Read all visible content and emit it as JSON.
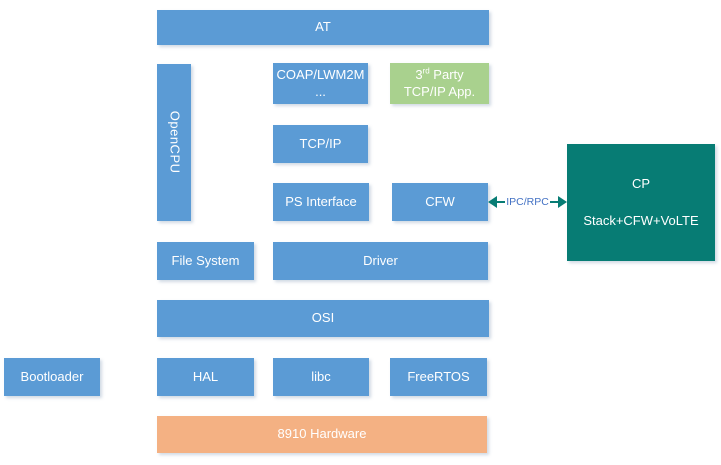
{
  "palette": {
    "block_blue": "#5b9bd5",
    "block_green": "#a9d18e",
    "block_teal": "#077c74",
    "block_orange": "#f4b183",
    "connector_label_blue": "#4472c4",
    "text_white": "#ffffff"
  },
  "blocks": {
    "at": {
      "label": "AT"
    },
    "opencpu": {
      "label": "OpenCPU"
    },
    "coap": {
      "line1": "COAP/LWM2M",
      "line2": "..."
    },
    "third_party": {
      "num": "3",
      "sup": "rd",
      "rest": " Party",
      "line2": "TCP/IP App."
    },
    "tcpip": {
      "label": "TCP/IP"
    },
    "ps_interface": {
      "label": "PS Interface"
    },
    "cfw": {
      "label": "CFW"
    },
    "cp": {
      "line1": "CP",
      "line2": "Stack+CFW+VoLTE"
    },
    "file_system": {
      "label": "File System"
    },
    "driver": {
      "label": "Driver"
    },
    "osi": {
      "label": "OSI"
    },
    "bootloader": {
      "label": "Bootloader"
    },
    "hal": {
      "label": "HAL"
    },
    "libc": {
      "label": "libc"
    },
    "freertos": {
      "label": "FreeRTOS"
    },
    "hardware": {
      "label": "8910 Hardware"
    }
  },
  "connector": {
    "label": "IPC/RPC"
  }
}
